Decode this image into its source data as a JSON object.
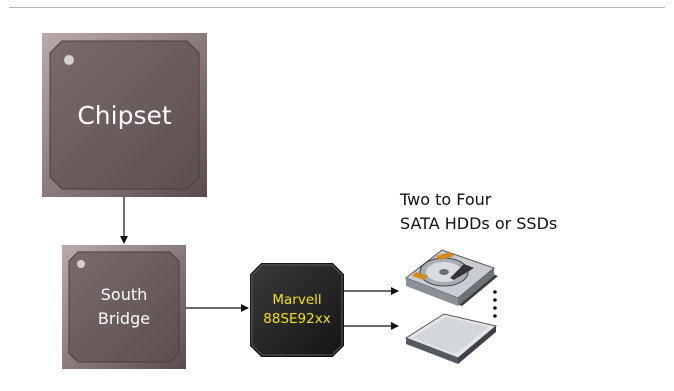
{
  "diagram": {
    "chipset": {
      "label": "Chipset"
    },
    "south_bridge": {
      "label": "South\nBridge"
    },
    "controller": {
      "label": "Marvell\n88SE92xx"
    },
    "drives": {
      "caption_line1": "Two to Four",
      "caption_line2": "SATA HDDs or SSDs"
    }
  },
  "colors": {
    "chip_fill": "#6e5f5f",
    "chip_bevel": "#9a8a8a",
    "controller_fill": "#222222",
    "controller_text": "#f0e010",
    "connector": "#111111",
    "rule": "#b5b5b5"
  },
  "icons": [
    "hard-disk-drive-icon",
    "solid-state-drive-icon",
    "ellipsis-icon"
  ]
}
